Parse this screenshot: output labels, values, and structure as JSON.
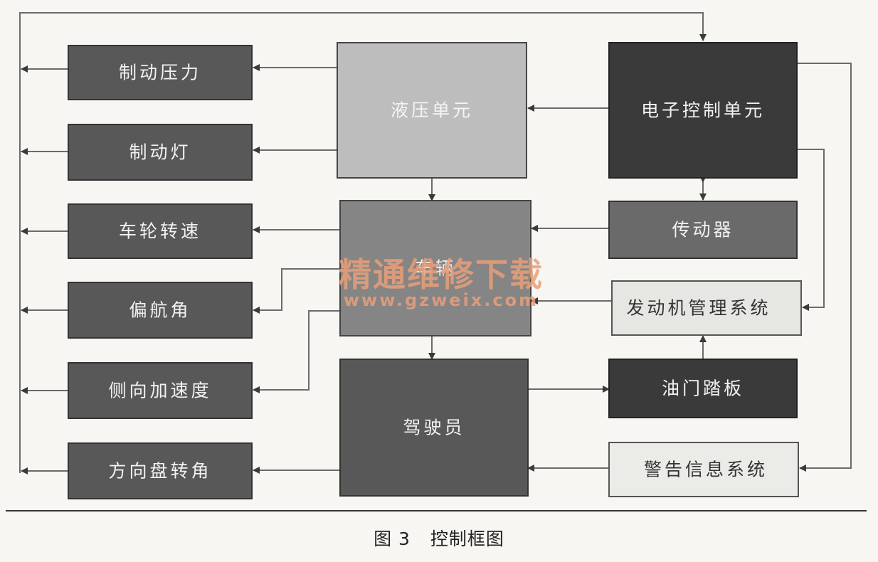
{
  "diagram": {
    "outputs": [
      {
        "id": "brake-pressure",
        "label": "制动压力"
      },
      {
        "id": "brake-light",
        "label": "制动灯"
      },
      {
        "id": "wheel-speed",
        "label": "车轮转速"
      },
      {
        "id": "yaw-angle",
        "label": "偏航角"
      },
      {
        "id": "lateral-acceleration",
        "label": "侧向加速度"
      },
      {
        "id": "steering-angle",
        "label": "方向盘转角"
      }
    ],
    "hydraulic_unit": "液压单元",
    "vehicle": "车辆",
    "driver": "驾驶员",
    "ecu": "电子控制单元",
    "actuator": "传动器",
    "engine_mgmt": "发动机管理系统",
    "throttle_pedal": "油门踏板",
    "warning_system": "警告信息系统"
  },
  "caption": {
    "figure_no": "图 3",
    "title": "控制框图"
  },
  "watermark": {
    "text": "精通维修下载",
    "url": "www.gzweix.com"
  },
  "colors": {
    "dark_box": "#585858",
    "very_dark_box": "#3a3a3a",
    "light_box": "#bdbdbd",
    "mid_box": "#858585",
    "pale_box": "#e6e6e3",
    "line": "#6b6b6b",
    "arrow": "#3a3a3a"
  }
}
